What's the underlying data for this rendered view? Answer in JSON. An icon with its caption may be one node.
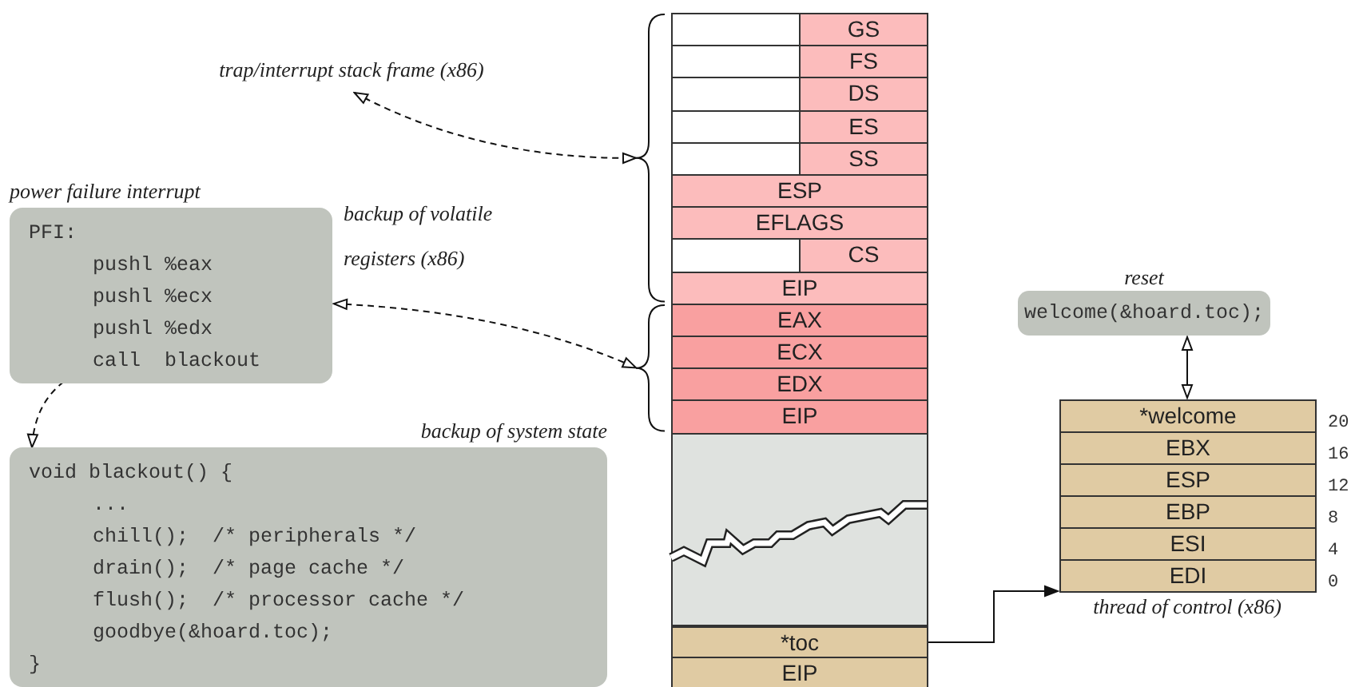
{
  "diagram": {
    "nodes": [
      {
        "text": [
          "trap/interrupt stack frame (x86)"
        ]
      },
      {
        "text": [
          "power failure interrupt",
          "PFI:",
          "pushl %eax",
          "pushl %ecx",
          "pushl %edx",
          "call  blackout"
        ],
        "beside": [
          "backup of volatile registers (x86)"
        ]
      },
      {
        "text": [
          "backup of system state",
          "void blackout() {",
          "...",
          "chill();  /* peripherals */",
          "drain();  /* page cache */",
          "flush();  /* processor cache */",
          "goodbye(&hoard.toc);",
          "}"
        ]
      },
      {
        "text": [],
        "shape": "brace"
      },
      {
        "text": [],
        "shape": "brace"
      },
      {
        "text": [],
        "shape": "box"
      },
      {
        "text": [
          "GS"
        ]
      },
      {
        "text": [],
        "shape": "box"
      },
      {
        "text": [
          "FS"
        ]
      },
      {
        "text": [],
        "shape": "box"
      },
      {
        "text": [
          "DS"
        ]
      },
      {
        "text": [],
        "shape": "box"
      },
      {
        "text": [
          "ES"
        ]
      },
      {
        "text": [],
        "shape": "box"
      },
      {
        "text": [
          "SS"
        ]
      },
      {
        "text": [
          "ESP"
        ]
      },
      {
        "text": [
          "EFLAGS"
        ]
      },
      {
        "text": [],
        "shape": "box"
      },
      {
        "text": [
          "CS"
        ]
      },
      {
        "text": [
          "EIP"
        ]
      },
      {
        "text": [
          "EAX"
        ]
      },
      {
        "text": [
          "ECX"
        ]
      },
      {
        "text": [
          "EDX"
        ]
      },
      {
        "text": [
          "EIP"
        ]
      },
      {
        "text": [],
        "shape": "box"
      },
      {
        "text": [
          "*toc"
        ]
      },
      {
        "text": [
          "EIP"
        ]
      },
      {
        "text": [
          "reset",
          "welcome(&hoard.toc);"
        ]
      },
      {
        "text": [
          "thread of control (x86)"
        ]
      },
      {
        "text": [
          "*welcome"
        ],
        "beside": [
          "20"
        ],
        "in": 28
      },
      {
        "text": [
          "EBX"
        ],
        "beside": [
          "16"
        ],
        "in": 28
      },
      {
        "text": [
          "ESP"
        ],
        "beside": [
          "12"
        ],
        "in": 28
      },
      {
        "text": [
          "EBP"
        ],
        "beside": [
          "8"
        ],
        "in": 28
      },
      {
        "text": [
          "ESI"
        ],
        "beside": [
          "4"
        ],
        "in": 28
      },
      {
        "text": [
          "EDI"
        ],
        "beside": [
          "0"
        ],
        "in": 28
      }
    ],
    "edges": [
      {
        "from": 0,
        "to": 3,
        "arrow": "both",
        "style": "dashed"
      },
      {
        "from": 1,
        "to": 4,
        "arrow": "both",
        "style": "dashed"
      },
      {
        "from": 1,
        "to": 2,
        "arrow": "to",
        "style": "dashed"
      },
      {
        "from": 27,
        "to": 28,
        "arrow": "both"
      },
      {
        "from": 25,
        "to": 28,
        "arrow": "to"
      }
    ]
  }
}
